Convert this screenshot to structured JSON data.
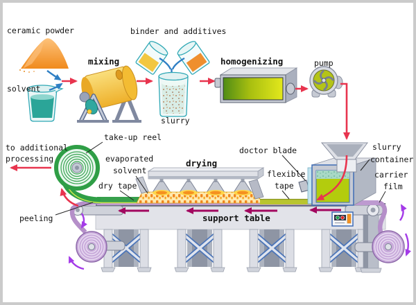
{
  "labels": {
    "ceramic_powder": "ceramic powder",
    "solvent": "solvent",
    "mixing": "mixing",
    "binder_and_additives": "binder and additives",
    "slurry": "slurry",
    "homogenizing": "homogenizing",
    "pump": "pump",
    "take_up_reel": "take-up reel",
    "to_additional_processing": {
      "line1": "to additional",
      "line2": "processing"
    },
    "evaporated_solvent": {
      "line1": "evaporated",
      "line2": "solvent"
    },
    "dry_tape": "dry tape",
    "drying": "drying",
    "doctor_blade": "doctor blade",
    "flexible_tape": {
      "line1": "flexible",
      "line2": "tape"
    },
    "slurry_container": {
      "line1": "slurry",
      "line2": "container"
    },
    "carrier_film": {
      "line1": "carrier",
      "line2": "film"
    },
    "peeling": "peeling",
    "support_table": "support table"
  },
  "colors": {
    "flow_arrow_red": "#e8344e",
    "merge_arrow_blue": "#2f7fc4",
    "belt_arrow_maroon": "#a2075f",
    "rotation_arrow_purple": "#a43ae8",
    "powder_orange": "#f6921e",
    "solvent_teal": "#2ba598",
    "mixer_drum_yellow": "#f6c53b",
    "slurry_machine_green": "#b3cc0d",
    "homogenizer_green": "#a8bf10",
    "tape_green": "#2f9e46",
    "carrier_film_lilac": "#c5a3d6",
    "table_gray": "#e2e3e9",
    "frame_border_gray": "#cbcbcb"
  }
}
